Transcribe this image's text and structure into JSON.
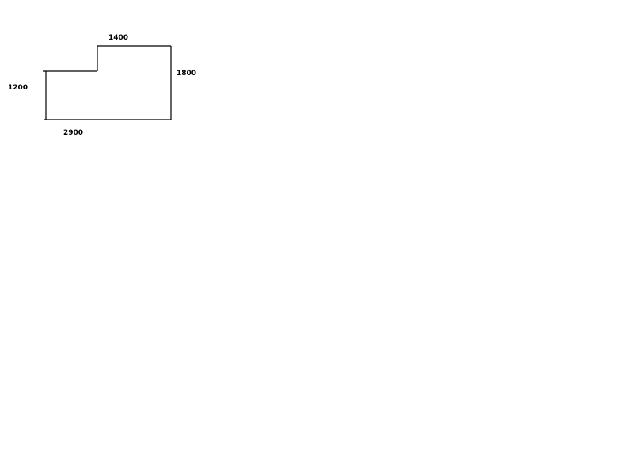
{
  "diagram": {
    "line_color": "#000000",
    "dimensions": {
      "top": "1400",
      "right": "1800",
      "left": "1200",
      "bottom": "2900"
    }
  }
}
